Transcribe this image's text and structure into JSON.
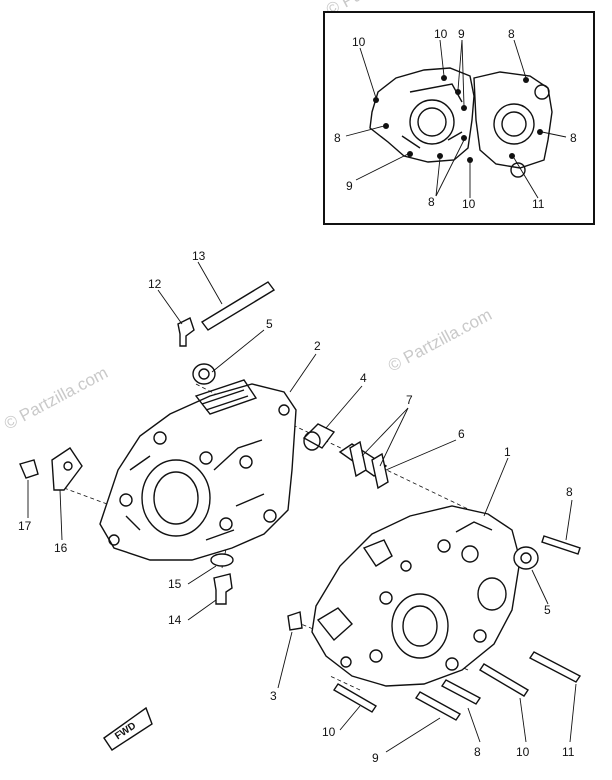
{
  "watermark": "© Partzilla.com",
  "inset_labels": [
    "10",
    "10",
    "9",
    "8",
    "8",
    "8",
    "9",
    "8",
    "10",
    "11"
  ],
  "main_labels": [
    "13",
    "12",
    "5",
    "2",
    "4",
    "7",
    "6",
    "1",
    "8",
    "17",
    "16",
    "15",
    "14",
    "5",
    "3",
    "10",
    "9",
    "8",
    "10",
    "11"
  ],
  "fwd_label": "FWD"
}
